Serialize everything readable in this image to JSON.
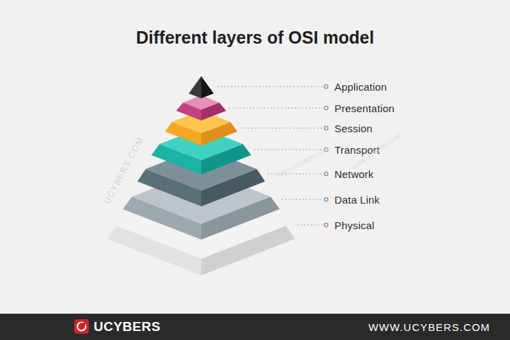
{
  "diagram": {
    "title": "Different layers of OSI model",
    "labels": [
      "Application",
      "Presentation",
      "Session",
      "Transport",
      "Network",
      "Data Link",
      "Physical",
      "UCYBERS.COM",
      "WWW.UCYBERS.COM",
      "WWW.UCYBERS.COM",
      "UCYBERS",
      "WWW.UCYBERS.COM"
    ]
  }
}
